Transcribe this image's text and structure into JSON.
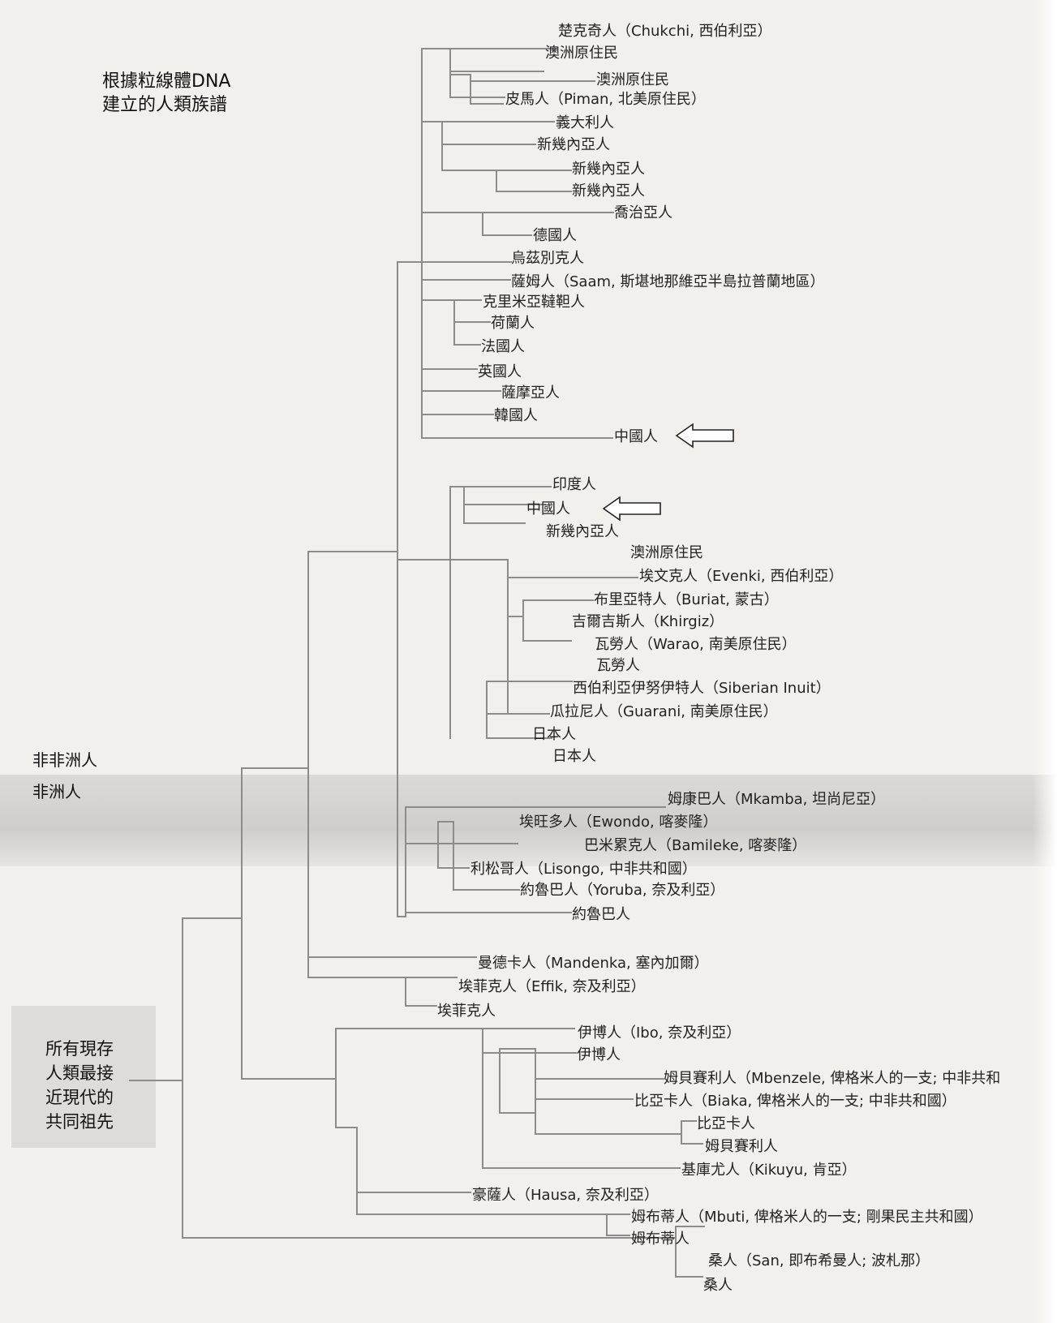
{
  "title_lines": [
    "根據粒線體DNA",
    "建立的人類族譜"
  ],
  "side_labels": {
    "non_african": "非非洲人",
    "african": "非洲人"
  },
  "ancestor_lines": [
    "所有現存",
    "人類最接",
    "近現代的",
    "共同祖先"
  ],
  "leaves": [
    "楚克奇人（Chukchi, 西伯利亞）",
    "澳洲原住民",
    "澳洲原住民",
    "皮馬人（Piman, 北美原住民）",
    "義大利人",
    "新幾內亞人",
    "新幾內亞人",
    "新幾內亞人",
    "喬治亞人",
    "德國人",
    "烏茲別克人",
    "薩姆人（Saam, 斯堪地那維亞半島拉普蘭地區）",
    "克里米亞韃靼人",
    "荷蘭人",
    "法國人",
    "英國人",
    "薩摩亞人",
    "韓國人",
    "中國人",
    "印度人",
    "中國人",
    "新幾內亞人",
    "澳洲原住民",
    "埃文克人（Evenki, 西伯利亞）",
    "布里亞特人（Buriat, 蒙古）",
    "吉爾吉斯人（Khirgiz）",
    "瓦勞人（Warao, 南美原住民）",
    "瓦勞人",
    "西伯利亞伊努伊特人（Siberian Inuit）",
    "瓜拉尼人（Guarani, 南美原住民）",
    "日本人",
    "日本人",
    "姆康巴人（Mkamba, 坦尚尼亞）",
    "埃旺多人（Ewondo, 喀麥隆）",
    "巴米累克人（Bamileke, 喀麥隆）",
    "利松哥人（Lisongo, 中非共和國）",
    "約魯巴人（Yoruba, 奈及利亞）",
    "約魯巴人",
    "曼德卡人（Mandenka, 塞內加爾）",
    "埃菲克人（Effik, 奈及利亞）",
    "埃菲克人",
    "伊博人（Ibo, 奈及利亞）",
    "伊博人",
    "姆貝賽利人（Mbenzele, 俾格米人的一支; 中非共和",
    "比亞卡人（Biaka, 俾格米人的一支; 中非共和國）",
    "比亞卡人",
    "姆貝賽利人",
    "基庫尤人（Kikuyu, 肯亞）",
    "豪薩人（Hausa, 奈及利亞）",
    "姆布蒂人（Mbuti, 俾格米人的一支; 剛果民主共和國）",
    "姆布蒂人",
    "桑人（San, 即布希曼人; 波札那）",
    "桑人"
  ],
  "colors": {
    "line": "#8a8a8a",
    "background": "#f2f0ec",
    "band": "#d4d2ce"
  }
}
